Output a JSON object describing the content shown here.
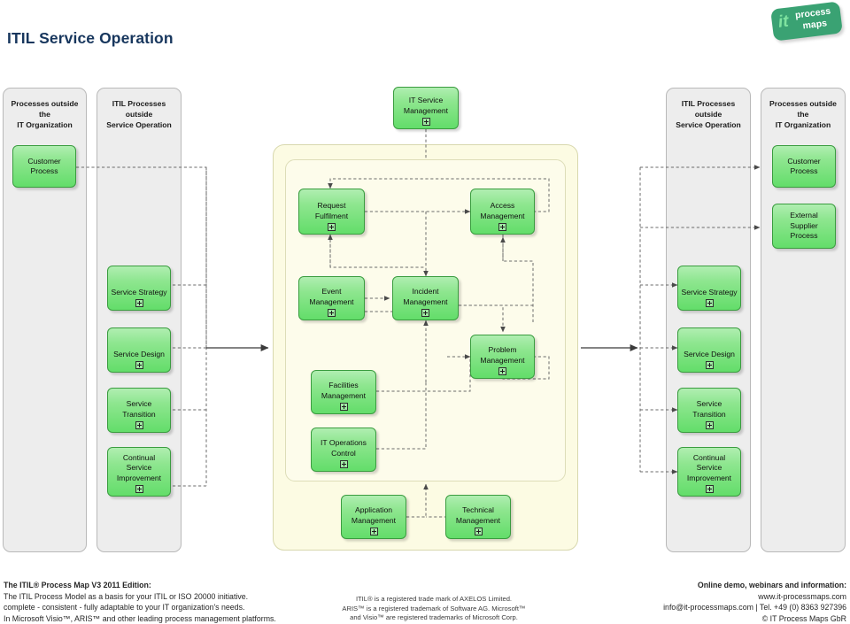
{
  "page": {
    "title": "ITIL Service Operation",
    "background": "#ffffff",
    "accent_green": "#63dd6a",
    "pool_yellow": "#fcfbe3",
    "lane_gray": "#ededed",
    "title_color": "#17365d"
  },
  "logo": {
    "name": "it-process-maps-logo",
    "word_it": "it",
    "word_process": "process",
    "word_maps": "maps",
    "plate_color": "#3aa273",
    "it_color": "#7fe3a0"
  },
  "lanes": [
    {
      "id": "lane-left-outer",
      "title": "Processes outside the\nIT Organization",
      "line1": "Processes outside the",
      "line2": "IT Organization"
    },
    {
      "id": "lane-left-inner",
      "title": "ITIL Processes outside\nService Operation",
      "line1": "ITIL Processes outside",
      "line2": "Service Operation"
    },
    {
      "id": "lane-right-inner",
      "title": "ITIL Processes outside\nService Operation",
      "line1": "ITIL Processes outside",
      "line2": "Service Operation"
    },
    {
      "id": "lane-right-outer",
      "title": "Processes outside the\nIT Organization",
      "line1": "Processes outside the",
      "line2": "IT Organization"
    }
  ],
  "boxes": {
    "left_customer_process": {
      "label": "Customer\nProcess",
      "plus": false
    },
    "left_service_strategy": {
      "label": "Service Strategy",
      "plus": true
    },
    "left_service_design": {
      "label": "Service Design",
      "plus": true
    },
    "left_service_transition": {
      "label": "Service\nTransition",
      "plus": true
    },
    "left_continual_improvement": {
      "label": "Continual\nService\nImprovement",
      "plus": true
    },
    "it_service_management": {
      "label": "IT Service\nManagement",
      "plus": true
    },
    "request_fulfilment": {
      "label": "Request\nFulfilment",
      "plus": true
    },
    "access_management": {
      "label": "Access\nManagement",
      "plus": true
    },
    "event_management": {
      "label": "Event\nManagement",
      "plus": true
    },
    "incident_management": {
      "label": "Incident\nManagement",
      "plus": true
    },
    "problem_management": {
      "label": "Problem\nManagement",
      "plus": true
    },
    "facilities_management": {
      "label": "Facilities\nManagement",
      "plus": true
    },
    "it_operations_control": {
      "label": "IT Operations\nControl",
      "plus": true
    },
    "application_management": {
      "label": "Application\nManagement",
      "plus": true
    },
    "technical_management": {
      "label": "Technical\nManagement",
      "plus": true
    },
    "right_customer_process": {
      "label": "Customer\nProcess",
      "plus": false
    },
    "right_external_supplier": {
      "label": "External\nSupplier Process",
      "plus": false
    },
    "right_service_strategy": {
      "label": "Service Strategy",
      "plus": true
    },
    "right_service_design": {
      "label": "Service Design",
      "plus": true
    },
    "right_service_transition": {
      "label": "Service\nTransition",
      "plus": true
    },
    "right_continual_improvement": {
      "label": "Continual\nService\nImprovement",
      "plus": true
    }
  },
  "footer": {
    "left": {
      "heading": "The ITIL® Process Map V3 2011 Edition:",
      "line1": "The ITIL Process Model as a basis for your ITIL or ISO 20000 initiative.",
      "line2": "complete - consistent - fully adaptable to your IT organization's needs.",
      "line3": "In Microsoft Visio™, ARIS™ and other leading process management platforms."
    },
    "center": {
      "line1": "ITIL® is a registered trade mark of AXELOS Limited.",
      "line2": "ARIS™ is a  registered trademark of Software AG. Microsoft™",
      "line3": "and Visio™ are registered trademarks of Microsoft Corp."
    },
    "right": {
      "heading": "Online demo, webinars and information:",
      "line1": "www.it-processmaps.com",
      "line2": "info@it-processmaps.com | Tel. +49 (0) 8363 927396",
      "line3": "© IT Process Maps GbR"
    }
  }
}
